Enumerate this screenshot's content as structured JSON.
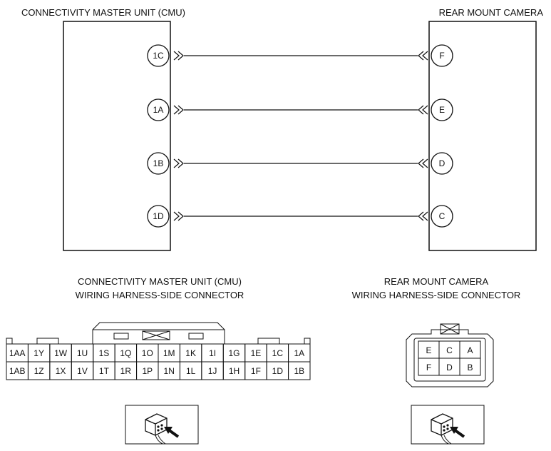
{
  "top": {
    "cmu_title": "CONNECTIVITY MASTER UNIT (CMU)",
    "camera_title": "REAR MOUNT CAMERA"
  },
  "wires": [
    {
      "cmu_pin": "1C",
      "camera_pin": "F"
    },
    {
      "cmu_pin": "1A",
      "camera_pin": "E"
    },
    {
      "cmu_pin": "1B",
      "camera_pin": "D"
    },
    {
      "cmu_pin": "1D",
      "camera_pin": "C"
    }
  ],
  "cmu_connector": {
    "title_line1": "CONNECTIVITY MASTER UNIT (CMU)",
    "title_line2": "WIRING HARNESS-SIDE CONNECTOR",
    "row1": [
      "1AA",
      "1Y",
      "1W",
      "1U",
      "1S",
      "1Q",
      "1O",
      "1M",
      "1K",
      "1I",
      "1G",
      "1E",
      "1C",
      "1A"
    ],
    "row2": [
      "1AB",
      "1Z",
      "1X",
      "1V",
      "1T",
      "1R",
      "1P",
      "1N",
      "1L",
      "1J",
      "1H",
      "1F",
      "1D",
      "1B"
    ]
  },
  "camera_connector": {
    "title_line1": "REAR MOUNT CAMERA",
    "title_line2": "WIRING HARNESS-SIDE CONNECTOR",
    "row1": [
      "E",
      "C",
      "A"
    ],
    "row2": [
      "F",
      "D",
      "B"
    ]
  },
  "icons": [
    "connector-view-icon",
    "connector-view-icon"
  ]
}
